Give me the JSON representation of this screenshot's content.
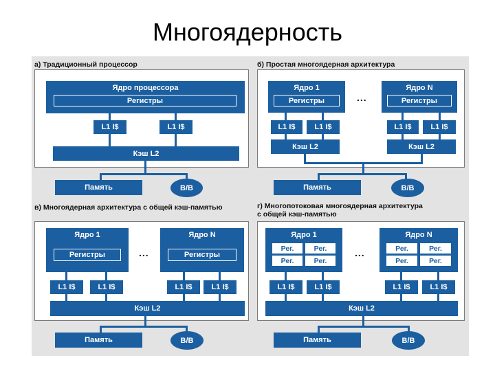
{
  "title": "Многоядерность",
  "panels": {
    "a": {
      "caption": "а) Традиционный процессор",
      "core": "Ядро процессора",
      "registers": "Регистры",
      "l1_left": "L1 I$",
      "l1_right": "L1 I$",
      "l2": "Кэш L2",
      "memory": "Память",
      "io": "В/В"
    },
    "b": {
      "caption": "б) Простая многоядерная архитектура",
      "core1": "Ядро 1",
      "coreN": "Ядро N",
      "registers1": "Регистры",
      "registersN": "Регистры",
      "dots": "...",
      "l1": [
        "L1 I$",
        "L1 I$",
        "L1 I$",
        "L1 I$"
      ],
      "l2_left": "Кэш L2",
      "l2_right": "Кэш L2",
      "memory": "Память",
      "io": "В/В"
    },
    "c": {
      "caption": "в) Многоядерная архитектура с общей кэш-памятью",
      "core1": "Ядро 1",
      "coreN": "Ядро N",
      "registers1": "Регистры",
      "registersN": "Регистры",
      "dots": "...",
      "l1": [
        "L1 I$",
        "L1 I$",
        "L1 I$",
        "L1 I$"
      ],
      "l2": "Кэш L2",
      "memory": "Память",
      "io": "В/В"
    },
    "d": {
      "caption_line1": "г) Многопотоковая многоядерная архитектура",
      "caption_line2": "с общей кэш-памятью",
      "core1": "Ядро 1",
      "coreN": "Ядро N",
      "reg_label": "Рег.",
      "dots": "...",
      "l1": [
        "L1 I$",
        "L1 I$",
        "L1 I$",
        "L1 I$"
      ],
      "l2": "Кэш L2",
      "memory": "Память",
      "io": "В/В"
    }
  },
  "colors": {
    "block_blue": "#1b5fa0",
    "panel_gray": "#e3e3e3"
  }
}
